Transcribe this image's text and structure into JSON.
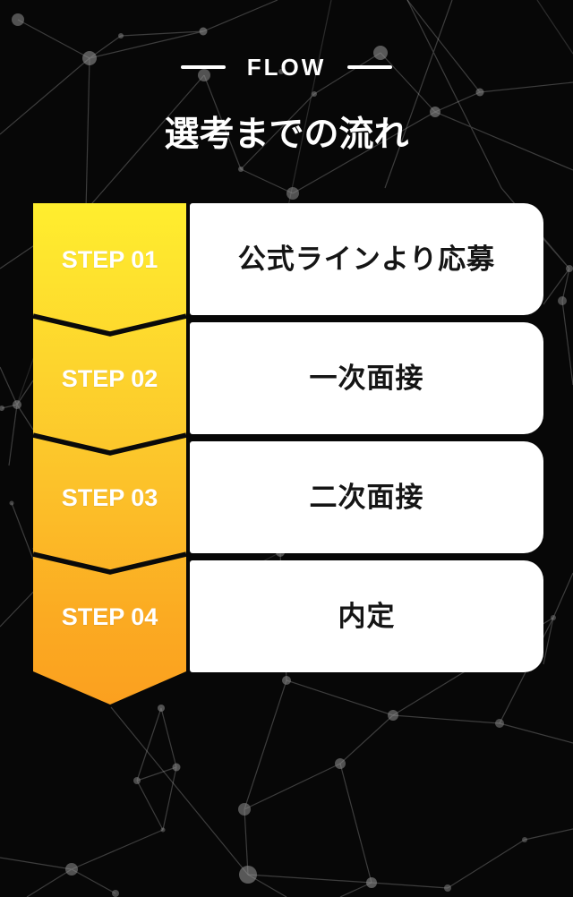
{
  "header": {
    "eyebrow": "FLOW",
    "title": "選考までの流れ"
  },
  "flow": {
    "steps": [
      {
        "label": "STEP 01",
        "description": "公式ラインより応募"
      },
      {
        "label": "STEP 02",
        "description": "一次面接"
      },
      {
        "label": "STEP 03",
        "description": "二次面接"
      },
      {
        "label": "STEP 04",
        "description": "内定"
      }
    ]
  },
  "colors": {
    "bg": "#070707",
    "accent-top": "#ffee2e",
    "accent-mid": "#fcc22a",
    "accent-bottom": "#fba01f",
    "card-bg": "#ffffff",
    "card-text": "#151515",
    "heading-text": "#ffffff"
  }
}
